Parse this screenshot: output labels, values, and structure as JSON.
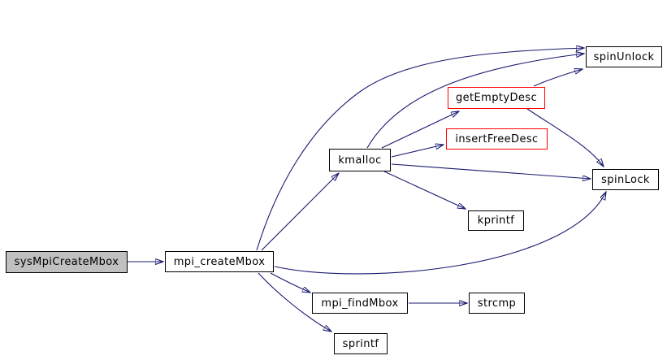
{
  "diagram": {
    "type": "call-graph",
    "background_color": "#ffffff",
    "edge_color": "#191970",
    "root_fill_color": "#c0c0c0",
    "truncated_border_color": "#ff0000",
    "normal_border_color": "#000000",
    "nodes": [
      {
        "id": "sysMpiCreateMbox",
        "label": "sysMpiCreateMbox",
        "style": "root",
        "fill": "#c0c0c0",
        "border": "#000000"
      },
      {
        "id": "mpi_createMbox",
        "label": "mpi_createMbox",
        "style": "normal",
        "fill": "#ffffff",
        "border": "#000000"
      },
      {
        "id": "kmalloc",
        "label": "kmalloc",
        "style": "normal",
        "fill": "#ffffff",
        "border": "#000000"
      },
      {
        "id": "getEmptyDesc",
        "label": "getEmptyDesc",
        "style": "truncated",
        "fill": "#ffffff",
        "border": "#ff0000"
      },
      {
        "id": "insertFreeDesc",
        "label": "insertFreeDesc",
        "style": "truncated",
        "fill": "#ffffff",
        "border": "#ff0000"
      },
      {
        "id": "spinUnlock",
        "label": "spinUnlock",
        "style": "normal",
        "fill": "#ffffff",
        "border": "#000000"
      },
      {
        "id": "spinLock",
        "label": "spinLock",
        "style": "normal",
        "fill": "#ffffff",
        "border": "#000000"
      },
      {
        "id": "kprintf",
        "label": "kprintf",
        "style": "normal",
        "fill": "#ffffff",
        "border": "#000000"
      },
      {
        "id": "mpi_findMbox",
        "label": "mpi_findMbox",
        "style": "normal",
        "fill": "#ffffff",
        "border": "#000000"
      },
      {
        "id": "strcmp",
        "label": "strcmp",
        "style": "normal",
        "fill": "#ffffff",
        "border": "#000000"
      },
      {
        "id": "sprintf",
        "label": "sprintf",
        "style": "normal",
        "fill": "#ffffff",
        "border": "#000000"
      }
    ],
    "edges": [
      {
        "from": "sysMpiCreateMbox",
        "to": "mpi_createMbox"
      },
      {
        "from": "mpi_createMbox",
        "to": "kmalloc"
      },
      {
        "from": "mpi_createMbox",
        "to": "spinUnlock"
      },
      {
        "from": "mpi_createMbox",
        "to": "spinLock"
      },
      {
        "from": "mpi_createMbox",
        "to": "mpi_findMbox"
      },
      {
        "from": "mpi_createMbox",
        "to": "sprintf"
      },
      {
        "from": "kmalloc",
        "to": "spinUnlock"
      },
      {
        "from": "kmalloc",
        "to": "getEmptyDesc"
      },
      {
        "from": "kmalloc",
        "to": "insertFreeDesc"
      },
      {
        "from": "kmalloc",
        "to": "spinLock"
      },
      {
        "from": "kmalloc",
        "to": "kprintf"
      },
      {
        "from": "getEmptyDesc",
        "to": "spinUnlock"
      },
      {
        "from": "getEmptyDesc",
        "to": "spinLock"
      },
      {
        "from": "mpi_findMbox",
        "to": "strcmp"
      }
    ]
  }
}
